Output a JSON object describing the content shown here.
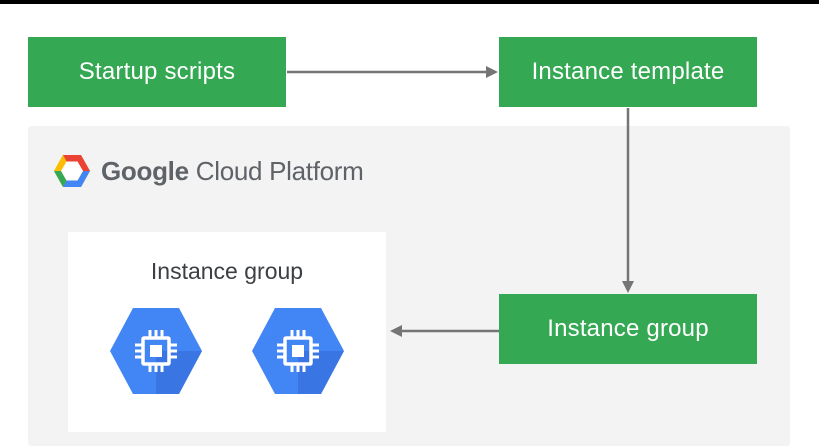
{
  "boxes": {
    "startup_scripts": "Startup scripts",
    "instance_template": "Instance template",
    "instance_group": "Instance group"
  },
  "platform": {
    "brand": "Google",
    "product": "Cloud Platform",
    "icon": "gcp-hexagon-logo-icon"
  },
  "group_card": {
    "title": "Instance group",
    "instance_icon": "compute-engine-chip-icon",
    "instance_count": 2
  },
  "colors": {
    "green_box": "#34a853",
    "panel_background": "#f3f3f3",
    "arrow": "#757575",
    "compute_blue": "#4285f4",
    "compute_blue_dark": "#3367d6"
  }
}
